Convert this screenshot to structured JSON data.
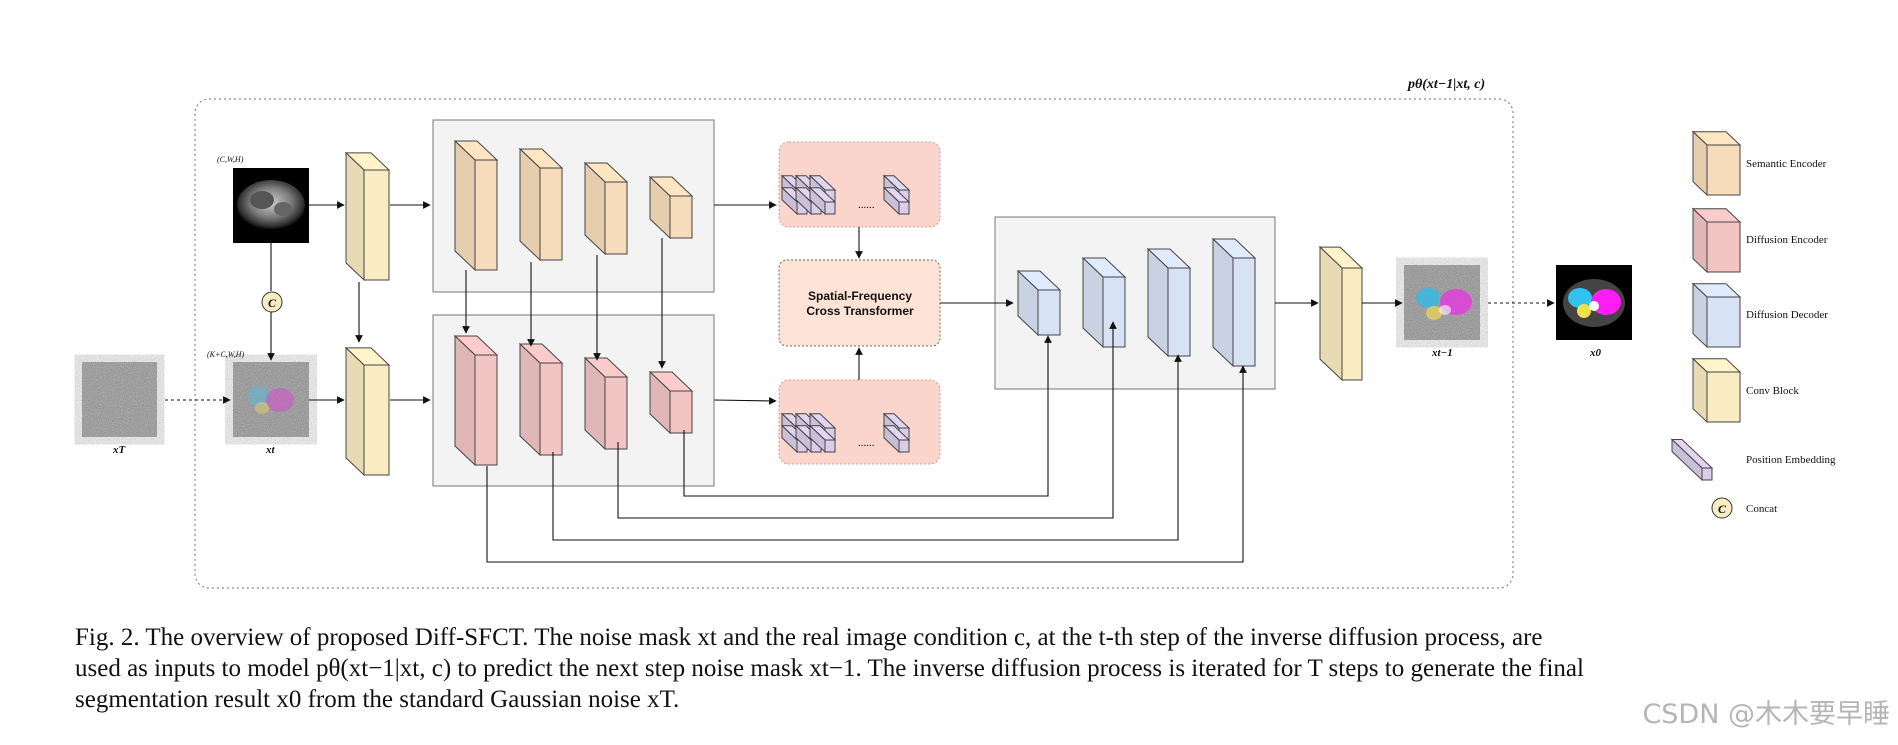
{
  "diagram": {
    "outer_label": "pθ(xt−1|xt, c)",
    "input_shape_top": "(C,W,H)",
    "input_shape_bottom": "(K+C,W,H)",
    "concat_symbol": "C",
    "label_xT": "xT",
    "label_xt": "xt",
    "label_xt_minus_1": "xt−1",
    "label_x0": "x0",
    "transformer_line1": "Spatial-Frequency",
    "transformer_line2": "Cross Transformer",
    "ellipsis": "......"
  },
  "legend": {
    "semantic_encoder": "Semantic Encoder",
    "diffusion_encoder": "Diffusion Encoder",
    "diffusion_decoder": "Diffusion Decoder",
    "conv_block": "Conv Block",
    "position_embedding": "Position Embedding",
    "concat": "Concat",
    "concat_symbol": "C"
  },
  "colors": {
    "semantic_encoder": "#f7dcbb",
    "diffusion_encoder": "#f2c4c4",
    "diffusion_decoder": "#d7e2f4",
    "conv_block": "#f9ebc2",
    "position_embedding": "#d9cde8",
    "embedding_panel": "#fbd5cc",
    "transformer_panel": "#fde3d6"
  },
  "caption": {
    "line1": "Fig. 2.  The overview of proposed Diff-SFCT. The noise mask xt and the real image condition c, at the t-th step of the inverse diffusion process, are",
    "line2": "used as inputs to model pθ(xt−1|xt, c) to predict the next step noise mask xt−1. The inverse diffusion process is iterated for T steps to generate the final",
    "line3": "segmentation result x0 from the standard Gaussian noise xT."
  },
  "watermark": "CSDN @木木要早睡"
}
